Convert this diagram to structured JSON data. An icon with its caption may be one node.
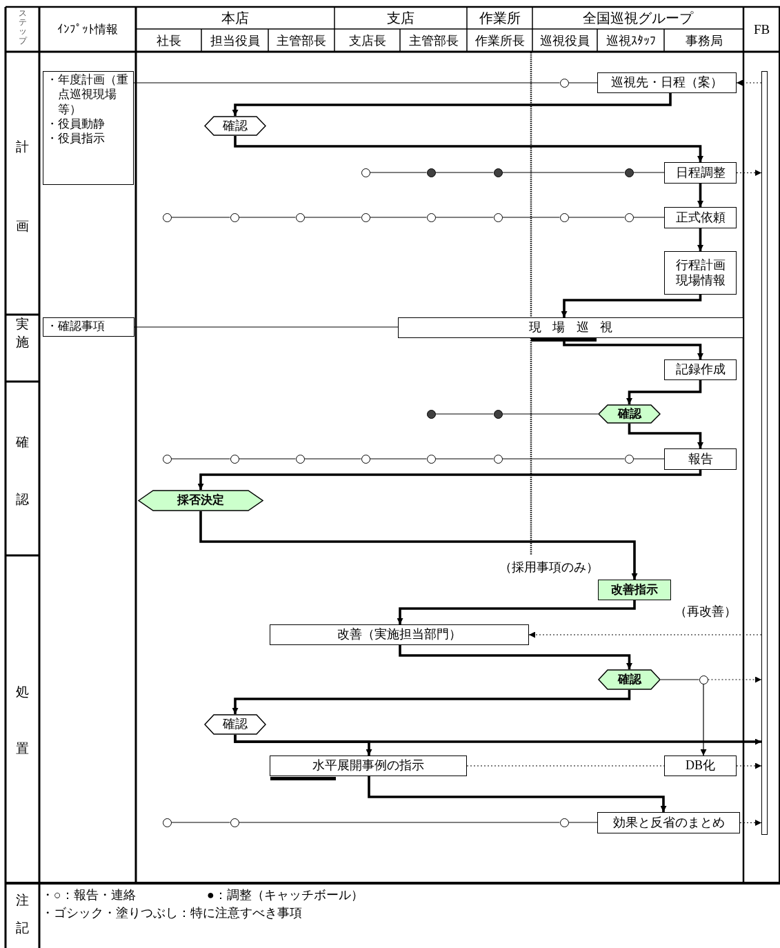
{
  "diagram": {
    "nodes": [
      {
        "text": [
          "・年度計画（重点巡視現場等）",
          "・役員動静",
          "・役員指示"
        ]
      },
      {
        "text": [],
        "shape": "circle"
      },
      {
        "text": [
          "巡視先・日程（案）"
        ]
      },
      {
        "text": [
          "確認"
        ]
      },
      {
        "text": [],
        "shape": "circle"
      },
      {
        "text": [],
        "shape": "dot"
      },
      {
        "text": [],
        "shape": "dot"
      },
      {
        "text": [],
        "shape": "dot"
      },
      {
        "text": [
          "日程調整"
        ]
      },
      {
        "text": [],
        "shape": "circle"
      },
      {
        "text": [],
        "shape": "circle"
      },
      {
        "text": [],
        "shape": "circle"
      },
      {
        "text": [],
        "shape": "circle"
      },
      {
        "text": [],
        "shape": "circle"
      },
      {
        "text": [],
        "shape": "circle"
      },
      {
        "text": [],
        "shape": "circle"
      },
      {
        "text": [],
        "shape": "circle"
      },
      {
        "text": [
          "正式依頼"
        ]
      },
      {
        "text": [
          "行程計画現場情報"
        ]
      },
      {
        "text": [
          "・確認事項"
        ]
      },
      {
        "text": [
          "現場巡視"
        ]
      },
      {
        "text": [
          "記録作成"
        ]
      },
      {
        "text": [],
        "shape": "dot"
      },
      {
        "text": [],
        "shape": "dot"
      },
      {
        "text": [
          "確認"
        ]
      },
      {
        "text": [],
        "shape": "circle"
      },
      {
        "text": [],
        "shape": "circle"
      },
      {
        "text": [],
        "shape": "circle"
      },
      {
        "text": [],
        "shape": "circle"
      },
      {
        "text": [],
        "shape": "circle"
      },
      {
        "text": [],
        "shape": "circle"
      },
      {
        "text": [],
        "shape": "circle"
      },
      {
        "text": [
          "報告"
        ]
      },
      {
        "text": [
          "採否決定"
        ]
      },
      {
        "text": [
          "改善指示"
        ]
      },
      {
        "text": [
          "改善（実施担当部門）"
        ]
      },
      {
        "text": [
          "確認"
        ]
      },
      {
        "text": [],
        "shape": "circle"
      },
      {
        "text": [
          "確認"
        ]
      },
      {
        "text": [
          "水平展開事例の指示"
        ]
      },
      {
        "text": [
          "DB化"
        ]
      },
      {
        "text": [],
        "shape": "circle"
      },
      {
        "text": [],
        "shape": "circle"
      },
      {
        "text": [],
        "shape": "circle"
      },
      {
        "text": [
          "効果と反省のまとめ"
        ]
      },
      {
        "text": [],
        "shape": "bar"
      }
    ],
    "edges": [
      {
        "from": 0,
        "to": 1,
        "arrow": "none"
      },
      {
        "from": 1,
        "to": 2,
        "arrow": "none"
      },
      {
        "from": 45,
        "to": 2,
        "arrow": "to",
        "style": "dashed"
      },
      {
        "from": 2,
        "to": 3,
        "arrow": "to",
        "style": "thick"
      },
      {
        "from": 3,
        "to": 8,
        "arrow": "to",
        "style": "thick"
      },
      {
        "from": 4,
        "to": 5,
        "arrow": "none"
      },
      {
        "from": 5,
        "to": 6,
        "arrow": "none"
      },
      {
        "from": 6,
        "to": 7,
        "arrow": "none"
      },
      {
        "from": 7,
        "to": 8,
        "arrow": "none"
      },
      {
        "from": 8,
        "to": 45,
        "arrow": "to",
        "style": "dashed"
      },
      {
        "from": 8,
        "to": 17,
        "arrow": "to",
        "style": "thick"
      },
      {
        "from": 9,
        "to": 10,
        "arrow": "none"
      },
      {
        "from": 10,
        "to": 11,
        "arrow": "none"
      },
      {
        "from": 11,
        "to": 12,
        "arrow": "none"
      },
      {
        "from": 12,
        "to": 13,
        "arrow": "none"
      },
      {
        "from": 13,
        "to": 14,
        "arrow": "none"
      },
      {
        "from": 14,
        "to": 15,
        "arrow": "none"
      },
      {
        "from": 15,
        "to": 16,
        "arrow": "none"
      },
      {
        "from": 16,
        "to": 17,
        "arrow": "none"
      },
      {
        "from": 17,
        "to": 18,
        "arrow": "to",
        "style": "thick"
      },
      {
        "from": 18,
        "to": 20,
        "arrow": "to",
        "style": "thick"
      },
      {
        "from": 19,
        "to": 20,
        "arrow": "none"
      },
      {
        "from": 20,
        "to": 21,
        "arrow": "to",
        "style": "thick"
      },
      {
        "from": 21,
        "to": 24,
        "arrow": "to",
        "style": "thick"
      },
      {
        "from": 22,
        "to": 23,
        "arrow": "none"
      },
      {
        "from": 23,
        "to": 24,
        "arrow": "none"
      },
      {
        "from": 24,
        "to": 32,
        "arrow": "to",
        "style": "thick"
      },
      {
        "from": 25,
        "to": 26,
        "arrow": "none"
      },
      {
        "from": 26,
        "to": 27,
        "arrow": "none"
      },
      {
        "from": 27,
        "to": 28,
        "arrow": "none"
      },
      {
        "from": 28,
        "to": 29,
        "arrow": "none"
      },
      {
        "from": 29,
        "to": 30,
        "arrow": "none"
      },
      {
        "from": 30,
        "to": 31,
        "arrow": "none"
      },
      {
        "from": 31,
        "to": 32,
        "arrow": "none"
      },
      {
        "from": 32,
        "to": 33,
        "arrow": "to",
        "style": "thick"
      },
      {
        "from": 33,
        "to": 34,
        "arrow": "to",
        "style": "thick",
        "label": "（採用事項のみ）"
      },
      {
        "from": 34,
        "to": 35,
        "arrow": "to",
        "style": "thick"
      },
      {
        "from": 45,
        "to": 35,
        "arrow": "to",
        "style": "dashed",
        "label": "（再改善）"
      },
      {
        "from": 35,
        "to": 36,
        "arrow": "to",
        "style": "thick"
      },
      {
        "from": 36,
        "to": 37,
        "arrow": "none"
      },
      {
        "from": 37,
        "to": 45,
        "arrow": "to",
        "style": "dashed"
      },
      {
        "from": 37,
        "to": 40,
        "arrow": "to"
      },
      {
        "from": 36,
        "to": 38,
        "arrow": "to",
        "style": "thick"
      },
      {
        "from": 38,
        "to": 39,
        "arrow": "to",
        "style": "thick"
      },
      {
        "from": 38,
        "to": 45,
        "arrow": "to",
        "style": "thick"
      },
      {
        "from": 39,
        "to": 40,
        "arrow": "none",
        "style": "dashed"
      },
      {
        "from": 40,
        "to": 45,
        "arrow": "to",
        "style": "dashed"
      },
      {
        "from": 39,
        "to": 44,
        "arrow": "to",
        "style": "thick"
      },
      {
        "from": 41,
        "to": 42,
        "arrow": "none"
      },
      {
        "from": 42,
        "to": 43,
        "arrow": "none"
      },
      {
        "from": 43,
        "to": 44,
        "arrow": "none"
      },
      {
        "from": 44,
        "to": 45,
        "arrow": "to",
        "style": "dashed"
      }
    ],
    "labels": [
      "ステップ",
      "ｲﾝﾌﾟｯﾄ情報",
      "本店",
      "支店",
      "作業所",
      "全国巡視グループ",
      "社長",
      "担当役員",
      "主管部長",
      "支店長",
      "主管部長",
      "作業所長",
      "巡視役員",
      "巡視ｽﾀｯﾌ",
      "事務局",
      "FB",
      "計画",
      "実施",
      "確認",
      "処置",
      "注記",
      "・○：報告・連絡",
      "●：調整（キャッチボール）",
      "・ゴシック・塗りつぶし：特に注意すべき事項"
    ]
  }
}
